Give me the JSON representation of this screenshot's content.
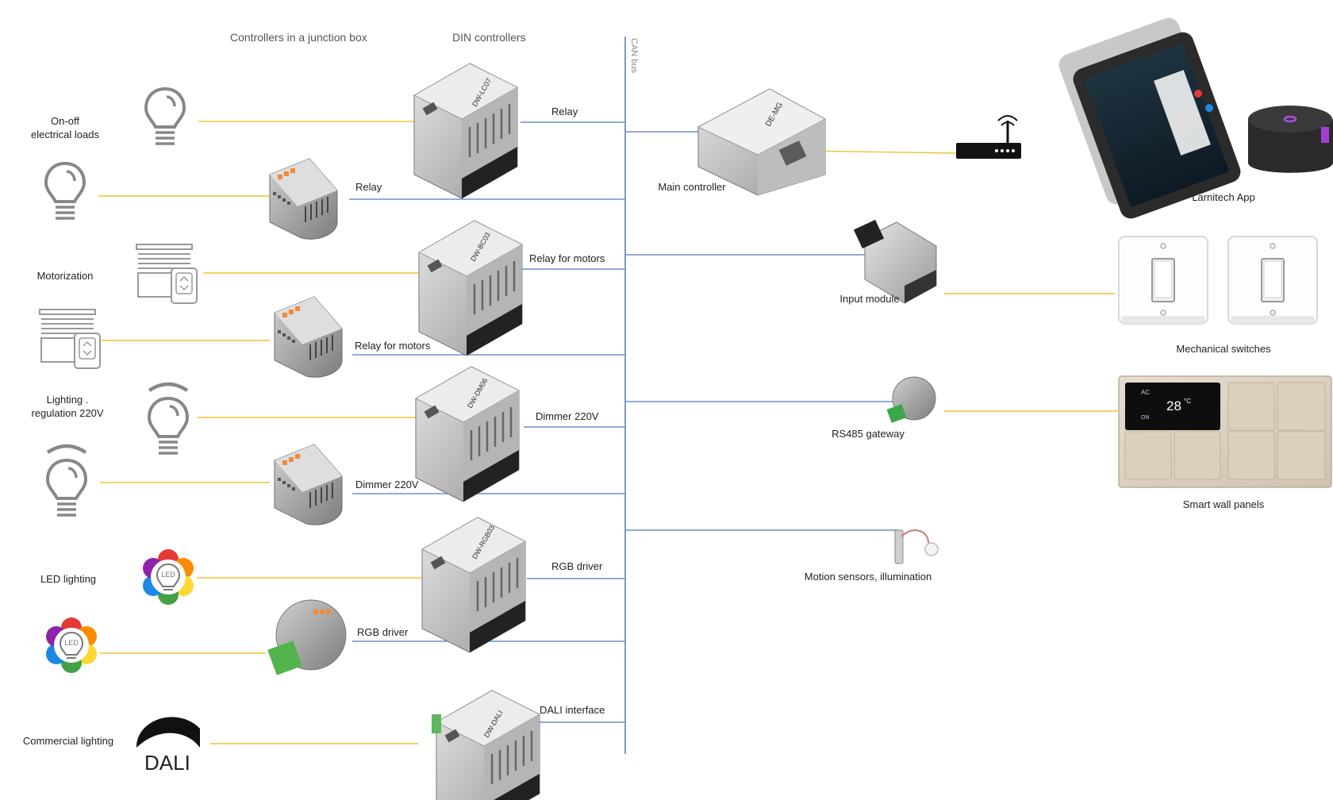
{
  "headers": {
    "junction_box": "Controllers in a junction box",
    "din": "DIN controllers",
    "can_bus": "CAN bus"
  },
  "loads": {
    "onoff": "On-off\nelectrical loads",
    "motorization": "Motorization",
    "lighting_reg": "Lighting .\nregulation 220V",
    "led": "LED lighting",
    "commercial": "Commercial lighting"
  },
  "modules": {
    "din_relay": "Relay",
    "box_relay": "Relay",
    "din_relay_motors": "Relay for motors",
    "box_relay_motors": "Relay for motors",
    "din_dimmer": "Dimmer 220V",
    "box_dimmer": "Dimmer 220V",
    "din_rgb": "RGB driver",
    "box_rgb": "RGB driver",
    "din_dali": "DALI interface"
  },
  "device_marks": {
    "dw_lc07": "DW-LC07",
    "dw_bc03": "DW-BC03",
    "dw_dm06": "DW-DM06",
    "dw_rgb03": "DW-RGB03",
    "dw_dali": "DW-DALI",
    "de_mg": "DE-MG",
    "dali_logo": "DALI",
    "led_logo": "LED",
    "ac": "AC",
    "temp": "28",
    "temp_unit": "°C",
    "on": "ON"
  },
  "right": {
    "main_controller": "Main controller",
    "app": "Larnitech App",
    "input_module": "Input module",
    "mech_switches": "Mechanical switches",
    "rs485": "RS485 gateway",
    "wall_panels": "Smart wall panels",
    "motion": "Motion sensors, illumination"
  },
  "colors": {
    "yellow_line": "#f2c230",
    "blue_line": "#6e8fc8",
    "bus_line": "#5b7fc0"
  }
}
